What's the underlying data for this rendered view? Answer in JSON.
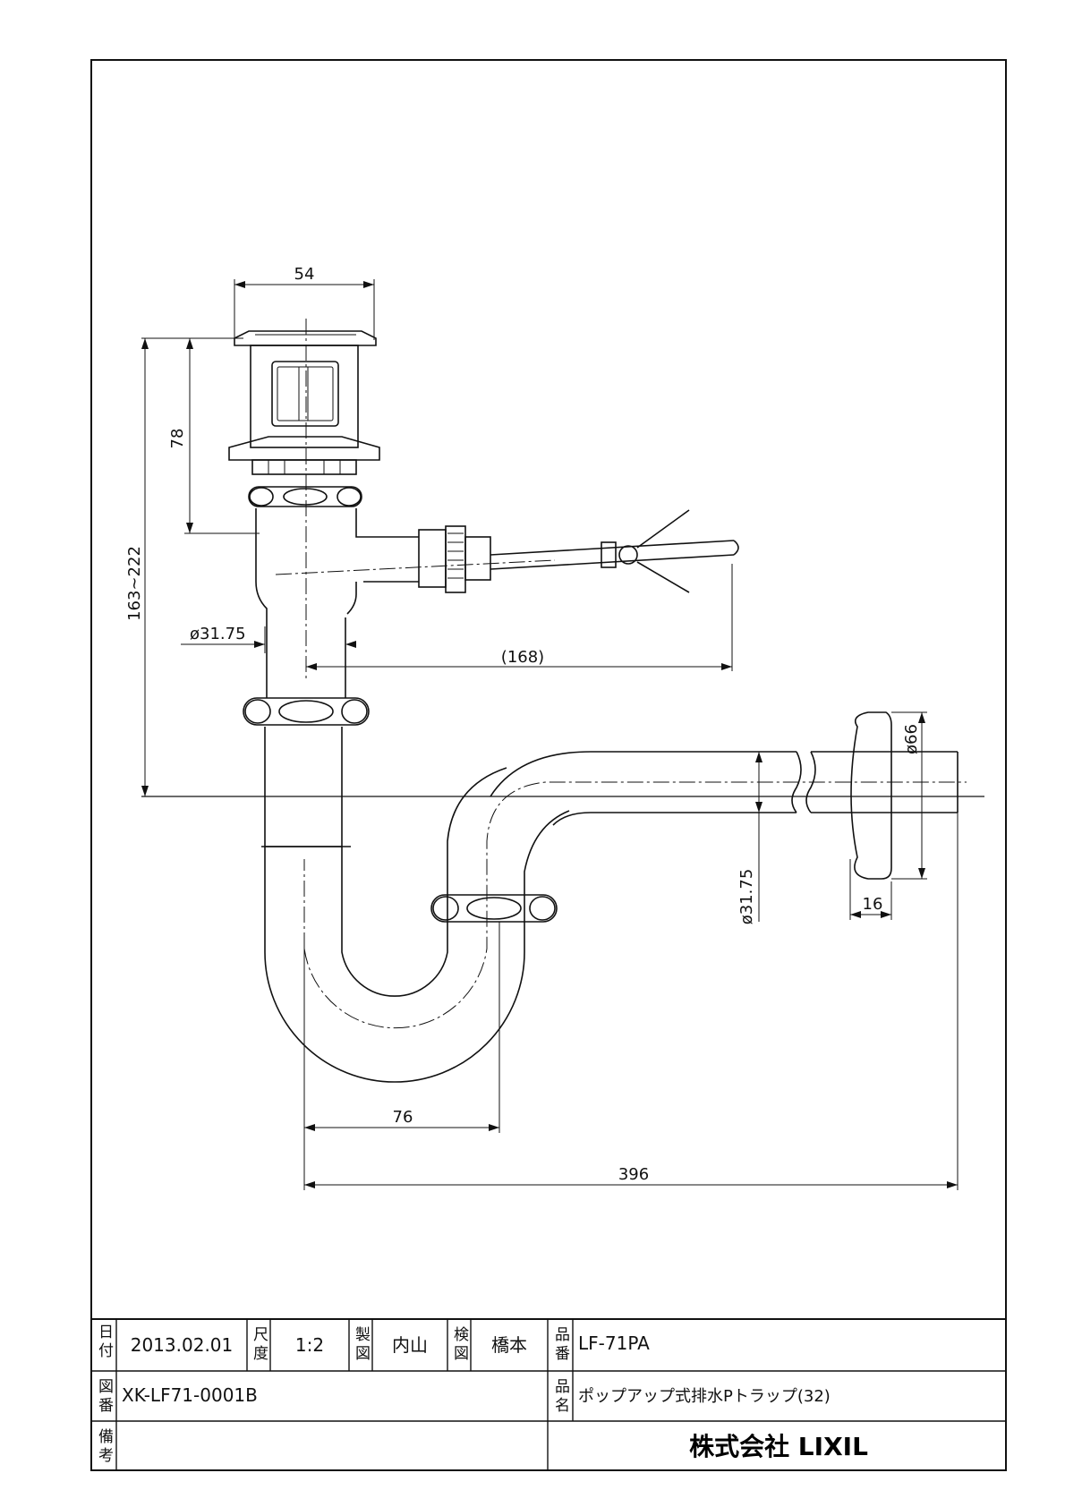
{
  "dimensions": {
    "top_width": "54",
    "body_height": "78",
    "total_height": "163~222",
    "pipe_dia_vertical": "ø31.75",
    "lever_reach": "(168)",
    "flange_dia": "ø66",
    "pipe_dia_horizontal": "ø31.75",
    "flange_thickness": "16",
    "trap_offset": "76",
    "overall_length": "396"
  },
  "title_block": {
    "date_label": "日付",
    "date_value": "2013.02.01",
    "scale_label": "尺度",
    "scale_value": "1:2",
    "drafter_label": "製図",
    "drafter_value": "内山",
    "checker_label": "検図",
    "checker_value": "橋本",
    "part_no_label": "品番",
    "part_no_value": "LF-71PA",
    "drawing_no_label": "図番",
    "drawing_no_value": "XK-LF71-0001B",
    "product_name_label": "品名",
    "product_name_value": "ポップアップ式排水Pトラップ(32)",
    "remarks_label": "備考",
    "company": "株式会社 LIXIL"
  }
}
